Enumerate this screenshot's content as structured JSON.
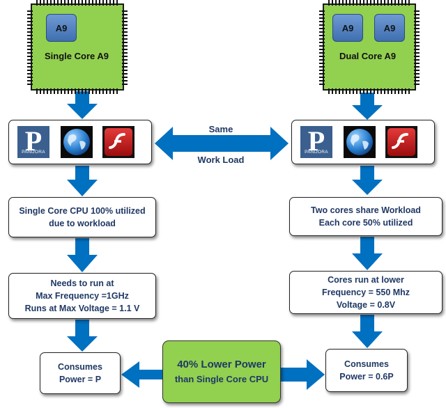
{
  "colors": {
    "arrow": "#0070c0",
    "chip": "#92d050",
    "core": "#4f81bd",
    "text": "#1f3864"
  },
  "left_chip": {
    "cores": [
      "A9"
    ],
    "label": "Single Core A9"
  },
  "right_chip": {
    "cores": [
      "A9",
      "A9"
    ],
    "label": "Dual Core A9"
  },
  "apps": {
    "icons": [
      "pandora-icon",
      "globe-icon",
      "flash-icon"
    ],
    "pandora_text": "PANDORA"
  },
  "workload": {
    "top": "Same",
    "bottom": "Work Load"
  },
  "left_steps": {
    "utilization": [
      "Single Core CPU 100% utilized",
      "due to workload"
    ],
    "frequency": [
      "Needs to run at",
      "Max Frequency =1GHz",
      "Runs at Max Voltage = 1.1 V"
    ],
    "consumes": [
      "Consumes",
      "Power = P"
    ]
  },
  "right_steps": {
    "utilization": [
      "Two cores share Workload",
      "Each core 50% utilized"
    ],
    "frequency": [
      "Cores run at lower",
      "Frequency = 550 Mhz",
      "Voltage = 0.8V"
    ],
    "consumes": [
      "Consumes",
      "Power = 0.6P"
    ]
  },
  "result": {
    "line1": "40% Lower Power",
    "line2": "than Single Core CPU"
  }
}
